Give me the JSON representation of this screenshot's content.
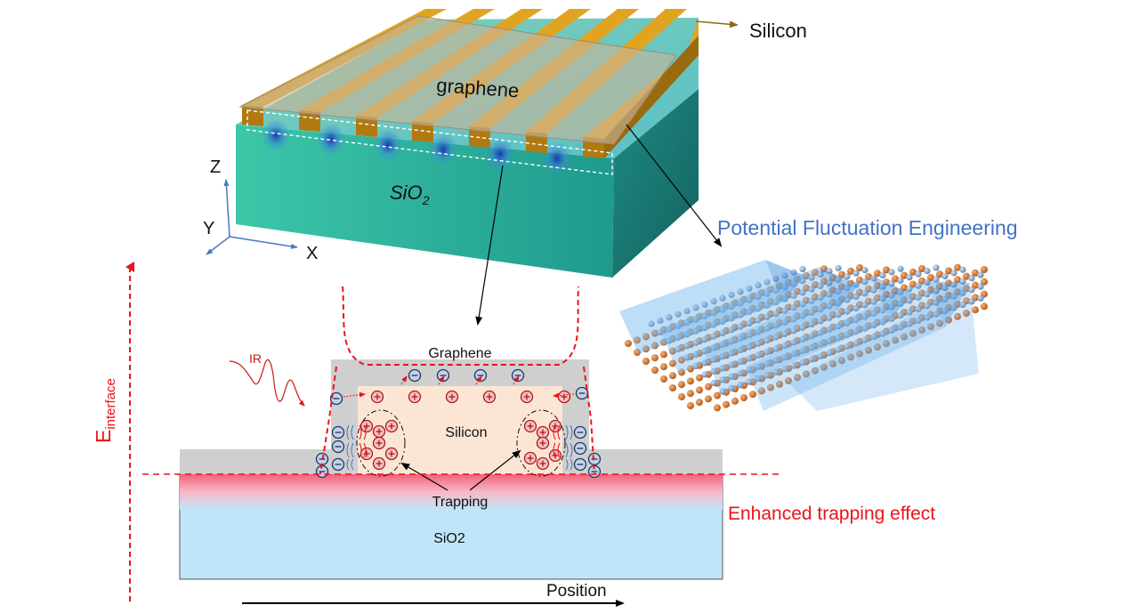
{
  "top_device": {
    "silicon_label": "Silicon",
    "graphene_label": "graphene",
    "oxide_label": "SiO",
    "oxide_sub": "2",
    "axis_z": "Z",
    "axis_y": "Y",
    "axis_x": "X"
  },
  "right_panel": {
    "title": "Potential Fluctuation Engineering"
  },
  "cross_section": {
    "graphene_label": "Graphene",
    "silicon_label": "Silicon",
    "trapping_label": "Trapping",
    "oxide_label": "SiO2",
    "ir_label": "IR",
    "enhanced_label": "Enhanced trapping effect",
    "position_label": "Position",
    "efield_main": "E",
    "efield_sub": "interface"
  },
  "colors": {
    "gold": "#c68a12",
    "red_dashed": "#e8141b",
    "blue_title": "#4472c4",
    "oxide": "#bfe6f8",
    "silicon_core": "#fbe6d6",
    "graphene_gray": "#cfcfcf"
  }
}
